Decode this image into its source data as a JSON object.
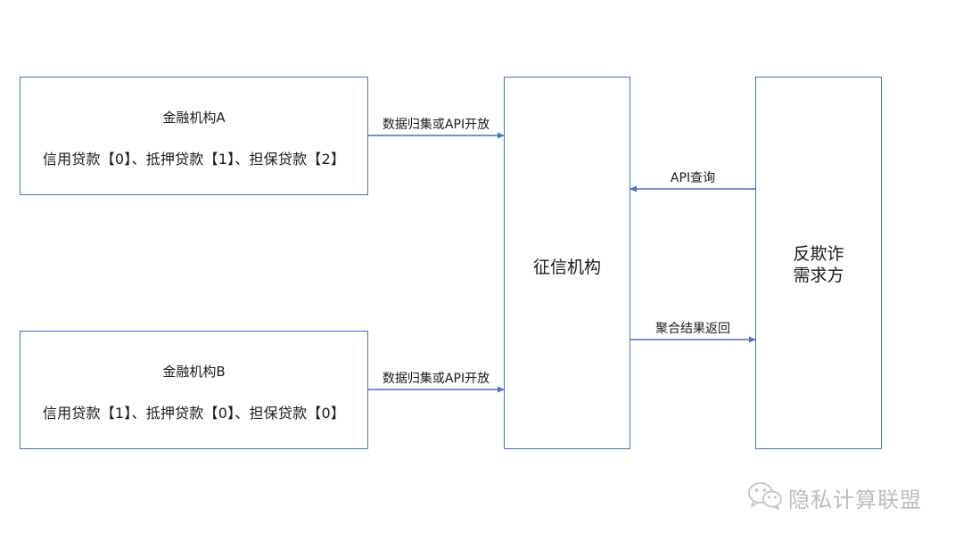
{
  "nodes": {
    "institution_a": {
      "title": "金融机构A",
      "detail": "信用贷款【0】、抵押贷款【1】、担保贷款【2】"
    },
    "institution_b": {
      "title": "金融机构B",
      "detail": "信用贷款【1】、抵押贷款【0】、担保贷款【0】"
    },
    "credit_bureau": {
      "label": "征信机构"
    },
    "anti_fraud": {
      "line1": "反欺诈",
      "line2": "需求方"
    }
  },
  "edges": {
    "a_to_bureau": "数据归集或API开放",
    "b_to_bureau": "数据归集或API开放",
    "api_query": "API查询",
    "aggregate_return": "聚合结果返回"
  },
  "watermark": {
    "text": "隐私计算联盟",
    "icon": "wechat-icon"
  },
  "colors": {
    "box_border": "#4472c4",
    "arrow": "#4472c4",
    "text": "#1a1a1a",
    "watermark": "#bdbdbd"
  }
}
